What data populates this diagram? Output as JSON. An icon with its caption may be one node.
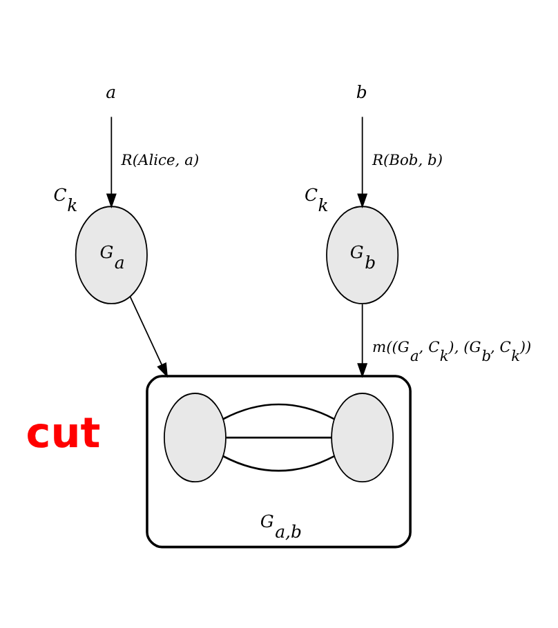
{
  "diagram": {
    "nodes": [
      {
        "text": [
          "a"
        ]
      },
      {
        "text": [
          "b"
        ]
      },
      {
        "text": [
          "G$_{a}$"
        ],
        "beside": [
          "C$_{k}$"
        ]
      },
      {
        "text": [
          "G$_{b}$"
        ],
        "beside": [
          "C$_{k}$"
        ]
      },
      {
        "text": [
          "G$_{a,b}$"
        ]
      },
      {
        "text": [],
        "shape": "ellipse",
        "in": 4
      },
      {
        "text": [],
        "shape": "ellipse",
        "in": 4
      }
    ],
    "edges": [
      {
        "from": 0,
        "to": 2,
        "arrow": "to",
        "label": "R(Alice, a)"
      },
      {
        "from": 1,
        "to": 3,
        "arrow": "to",
        "label": "R(Bob, b)"
      },
      {
        "from": 2,
        "to": 4,
        "arrow": "to"
      },
      {
        "from": 3,
        "to": 4,
        "arrow": "to",
        "label": "m((G$_{a}$, C$_{k}$), (G$_{b}$, C$_{k}$))"
      },
      {
        "from": 5,
        "to": 6,
        "arrow": "none"
      },
      {
        "from": 5,
        "to": 6,
        "arrow": "none"
      },
      {
        "from": 5,
        "to": 6,
        "arrow": "none"
      }
    ],
    "labels": [
      "cut"
    ]
  }
}
